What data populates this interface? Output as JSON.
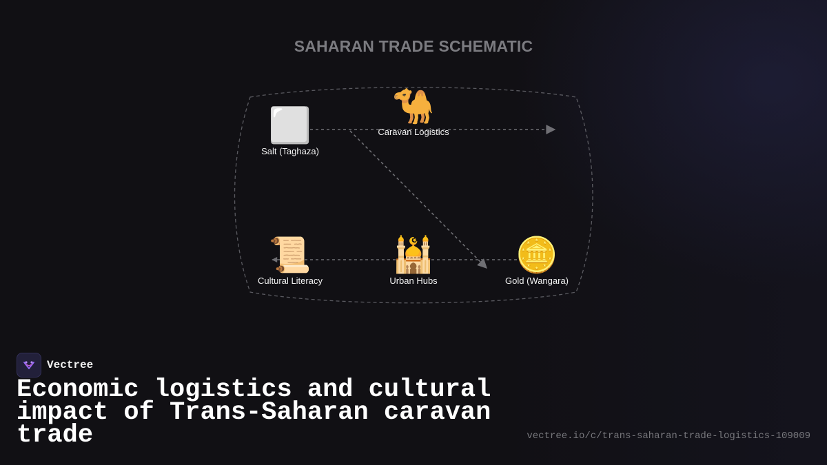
{
  "diagram": {
    "title": "SAHARAN TRADE SCHEMATIC",
    "nodes": {
      "salt": {
        "icon": "⬜",
        "icon_name": "white-square-icon",
        "label": "Salt (Taghaza)"
      },
      "caravan": {
        "icon": "🐪",
        "icon_name": "camel-icon",
        "label": "Caravan Logistics"
      },
      "literacy": {
        "icon": "📜",
        "icon_name": "scroll-icon",
        "label": "Cultural Literacy"
      },
      "urban": {
        "icon": "🕌",
        "icon_name": "mosque-icon",
        "label": "Urban Hubs"
      },
      "gold": {
        "icon": "🪙",
        "icon_name": "coin-icon",
        "label": "Gold (Wangara)"
      }
    },
    "colors": {
      "connector": "#6f6f74",
      "boundary": "#5a5a60",
      "title": "#7b7b80"
    }
  },
  "brand": {
    "name": "Vectree",
    "logo_icon": "vectree-logo-icon"
  },
  "headline": "Economic logistics and cultural impact of Trans-Saharan caravan trade",
  "url": "vectree.io/c/trans-saharan-trade-logistics-109009"
}
